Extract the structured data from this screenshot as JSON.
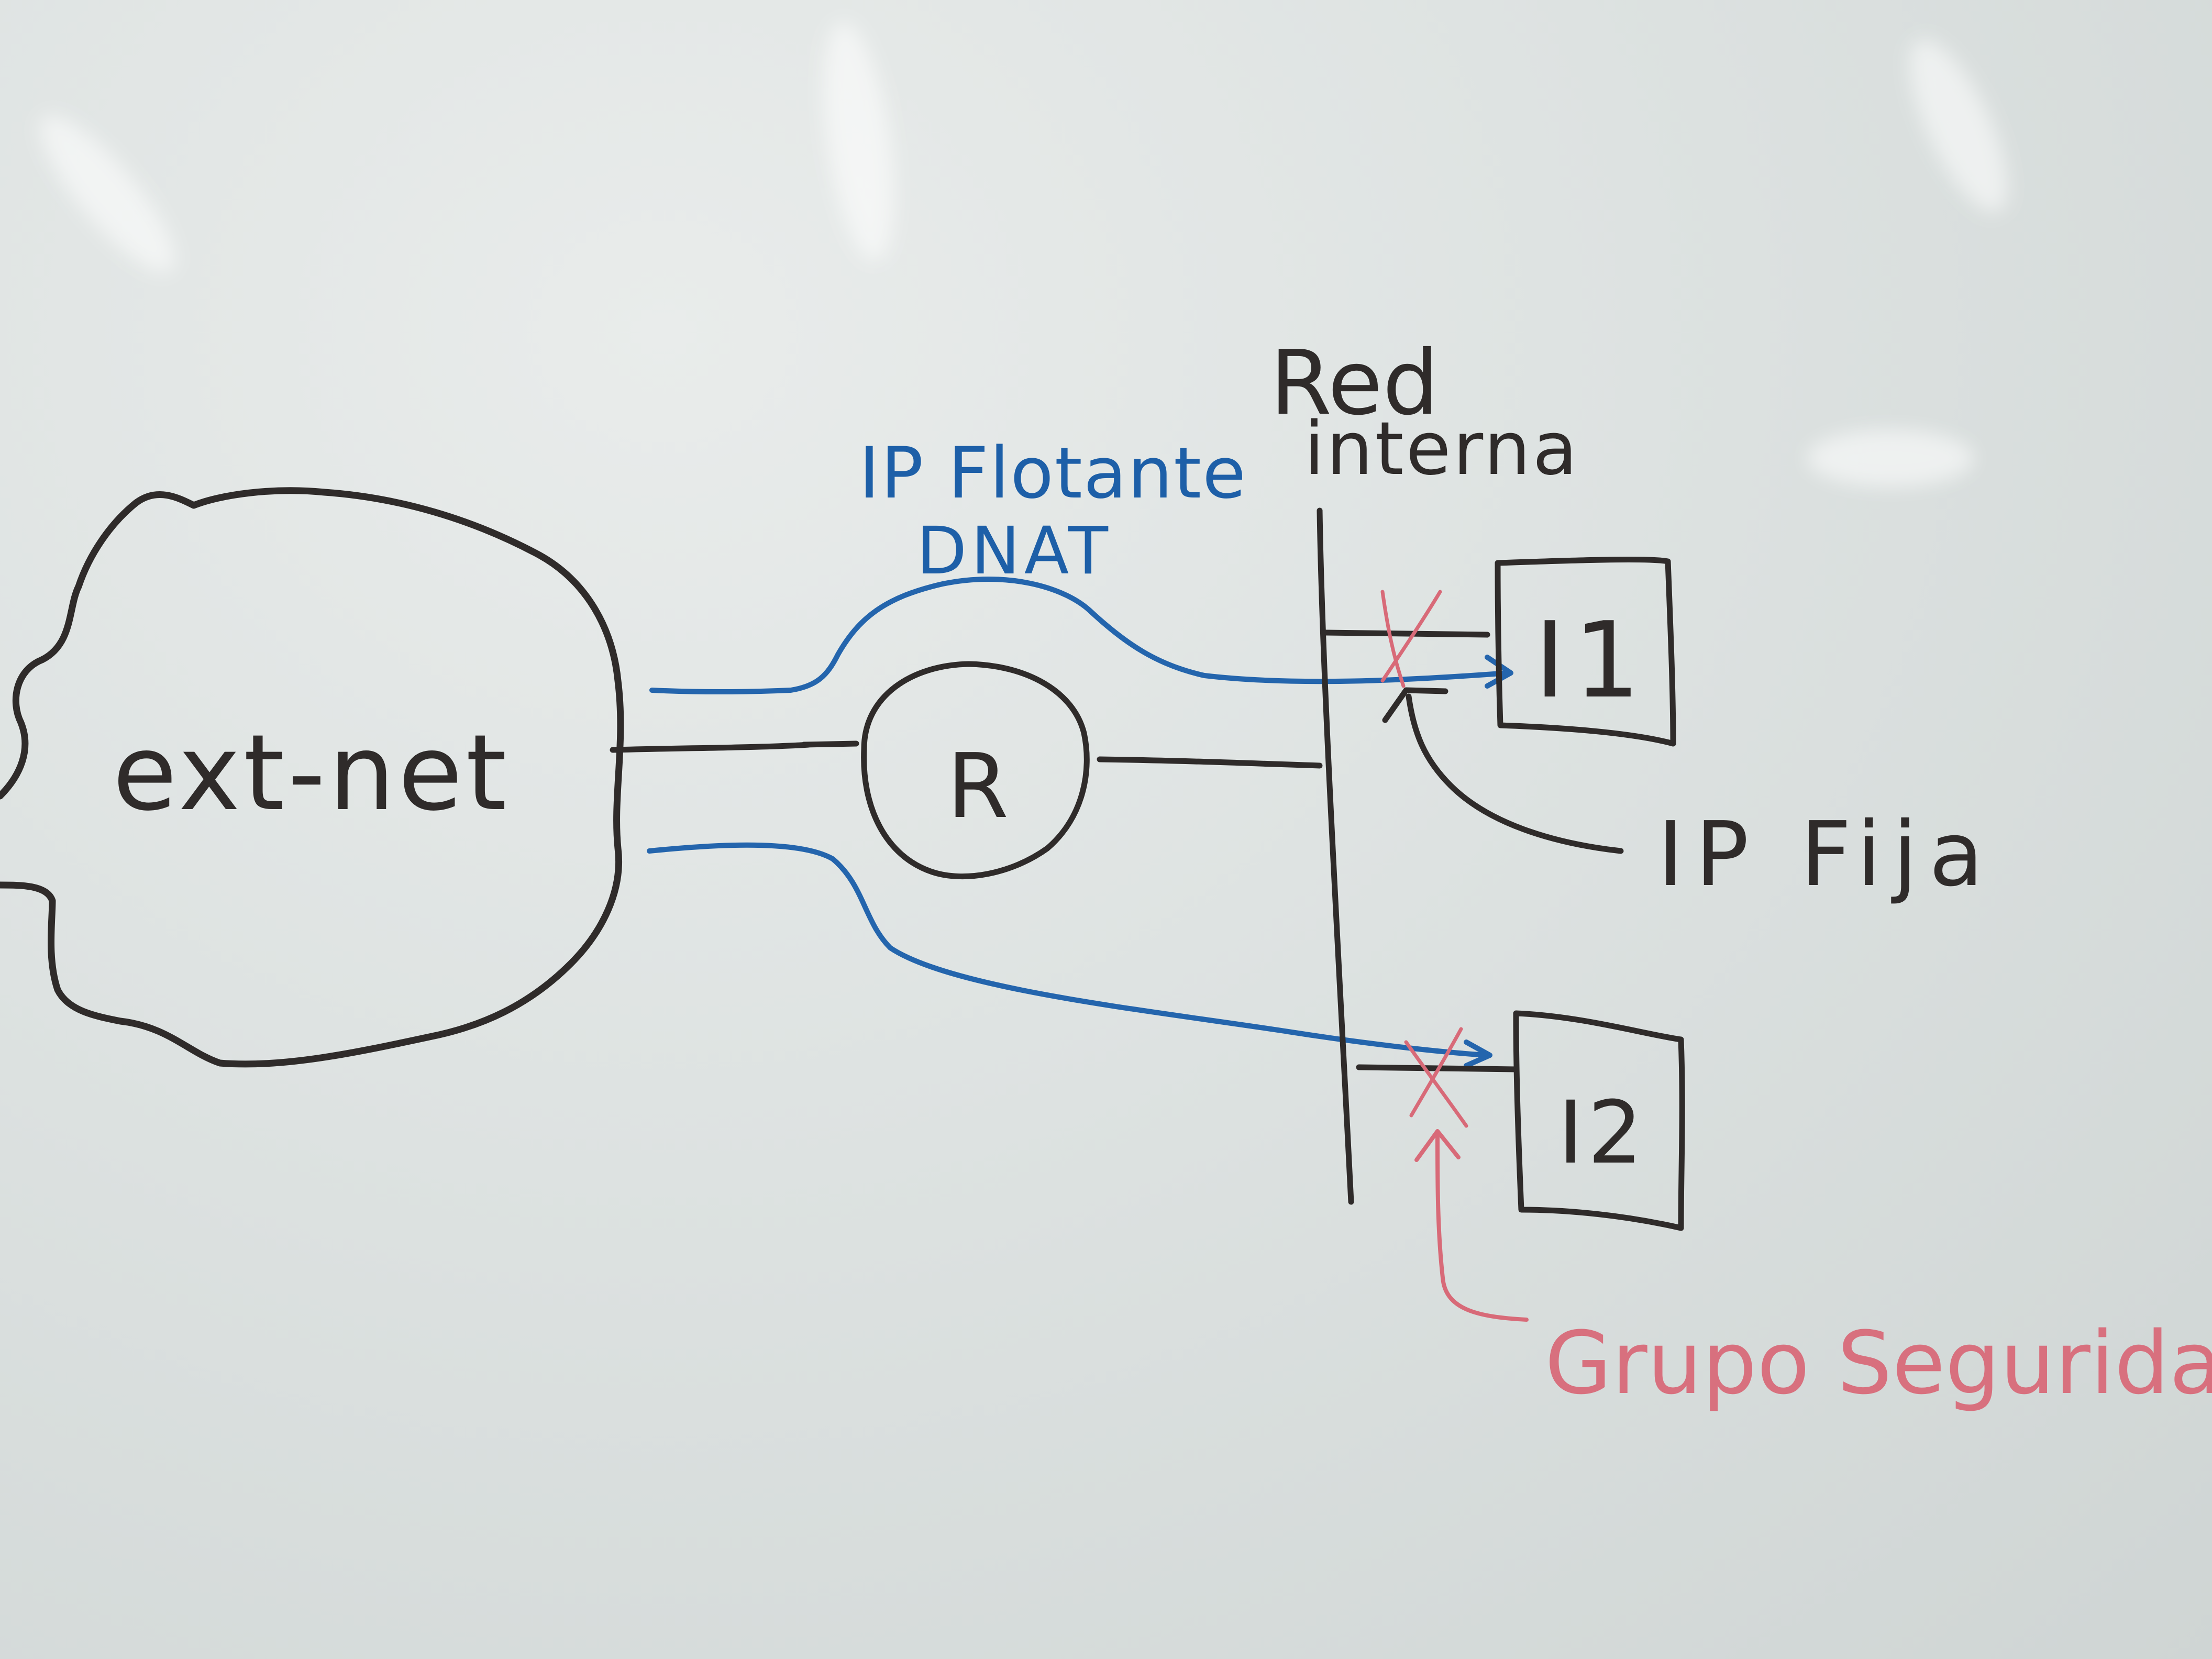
{
  "diagram": {
    "nodes": {
      "external_network": "ext-net",
      "router": "R",
      "instance_1": "I1",
      "instance_2": "I2"
    },
    "labels": {
      "internal_network_line1": "Red",
      "internal_network_line2": "interna",
      "floating_ip_line1": "IP Flotante",
      "floating_ip_line2": "DNAT",
      "fixed_ip": "IP Fija",
      "security_group": "Grupo Seguridad"
    },
    "colors": {
      "black_ink": "#2f2b2a",
      "blue_ink": "#2465ad",
      "red_ink": "#d86a78",
      "whiteboard": "#dde2e1"
    }
  }
}
